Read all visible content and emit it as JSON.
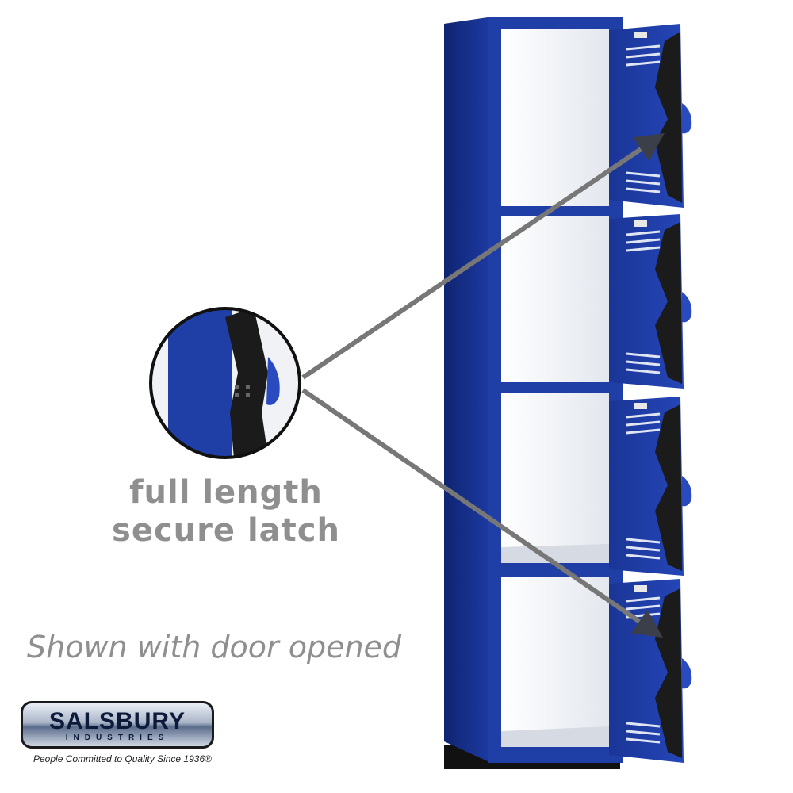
{
  "callout": {
    "line1": "full length",
    "line2": "secure latch"
  },
  "note": "Shown with door opened",
  "logo": {
    "brand": "SALSBURY",
    "sub": "INDUSTRIES",
    "tagline": "People Committed to Quality Since 1936®"
  },
  "colors": {
    "locker_blue": "#1f3fa6",
    "locker_dark": "#102470",
    "interior": "#f2f4f7",
    "latch": "#1b1b1b",
    "arrow": "#6d6d6d",
    "caption": "#8f8f8f"
  },
  "locker": {
    "compartments": 4,
    "doors_open": 4
  }
}
